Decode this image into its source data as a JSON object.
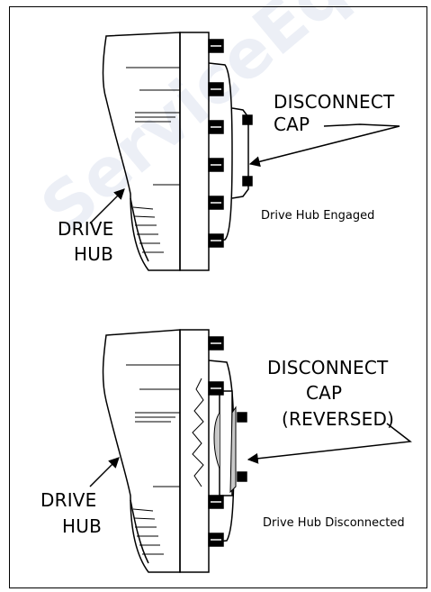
{
  "watermark": "ServiceEquipment.c",
  "top_panel": {
    "label_cap_line1": "DISCONNECT",
    "label_cap_line2": "CAP",
    "label_hub_line1": "DRIVE",
    "label_hub_line2": "HUB",
    "caption": "Drive Hub Engaged"
  },
  "bottom_panel": {
    "label_cap_line1": "DISCONNECT",
    "label_cap_line2": "CAP",
    "label_cap_line3": "(REVERSED)",
    "label_hub_line1": "DRIVE",
    "label_hub_line2": "HUB",
    "caption": "Drive Hub Disconnected"
  },
  "colors": {
    "line": "#000000",
    "cap_fill": "#c8c8c8",
    "watermark": "#dde3ef"
  }
}
